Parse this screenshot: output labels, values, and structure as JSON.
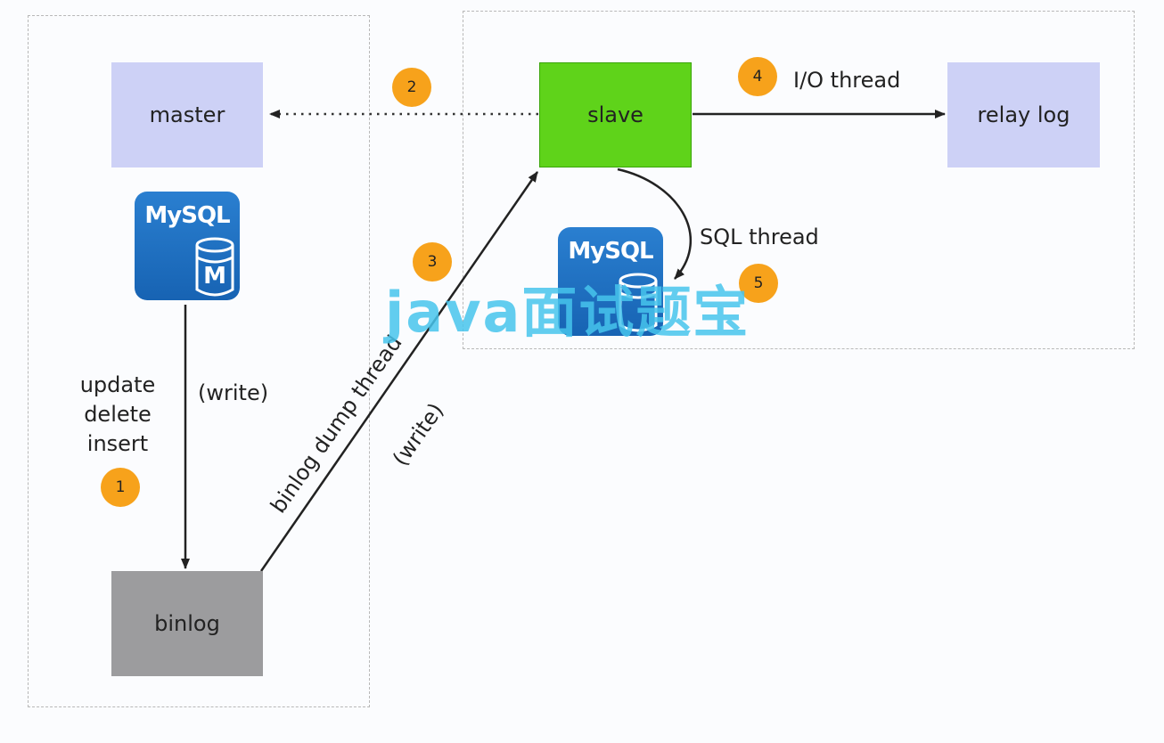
{
  "nodes": {
    "master": "master",
    "slave": "slave",
    "relay_log": "relay log",
    "binlog": "binlog"
  },
  "badges": {
    "b1": "1",
    "b2": "2",
    "b3": "3",
    "b4": "4",
    "b5": "5"
  },
  "labels": {
    "io_thread": "I/O thread",
    "sql_thread": "SQL thread",
    "write_vertical": "(write)",
    "binlog_dump_thread": "binlog dump thread",
    "write_diagonal": "(write)",
    "operations": [
      "update",
      "delete",
      "insert"
    ]
  },
  "icons": {
    "master_db": {
      "word": "MySQL",
      "letter": "M",
      "icon": "mysql-database-icon"
    },
    "slave_db": {
      "word": "MySQL",
      "letter": "",
      "icon": "mysql-database-icon"
    }
  },
  "watermark": "java面试题宝",
  "colors": {
    "node_blue": "#cdd1f6",
    "slave_green": "#5fd31a",
    "binlog_gray": "#9c9c9e",
    "badge_orange": "#f7a21b",
    "mysql_blue": "#1f6fc2",
    "watermark": "#47c4ec"
  }
}
